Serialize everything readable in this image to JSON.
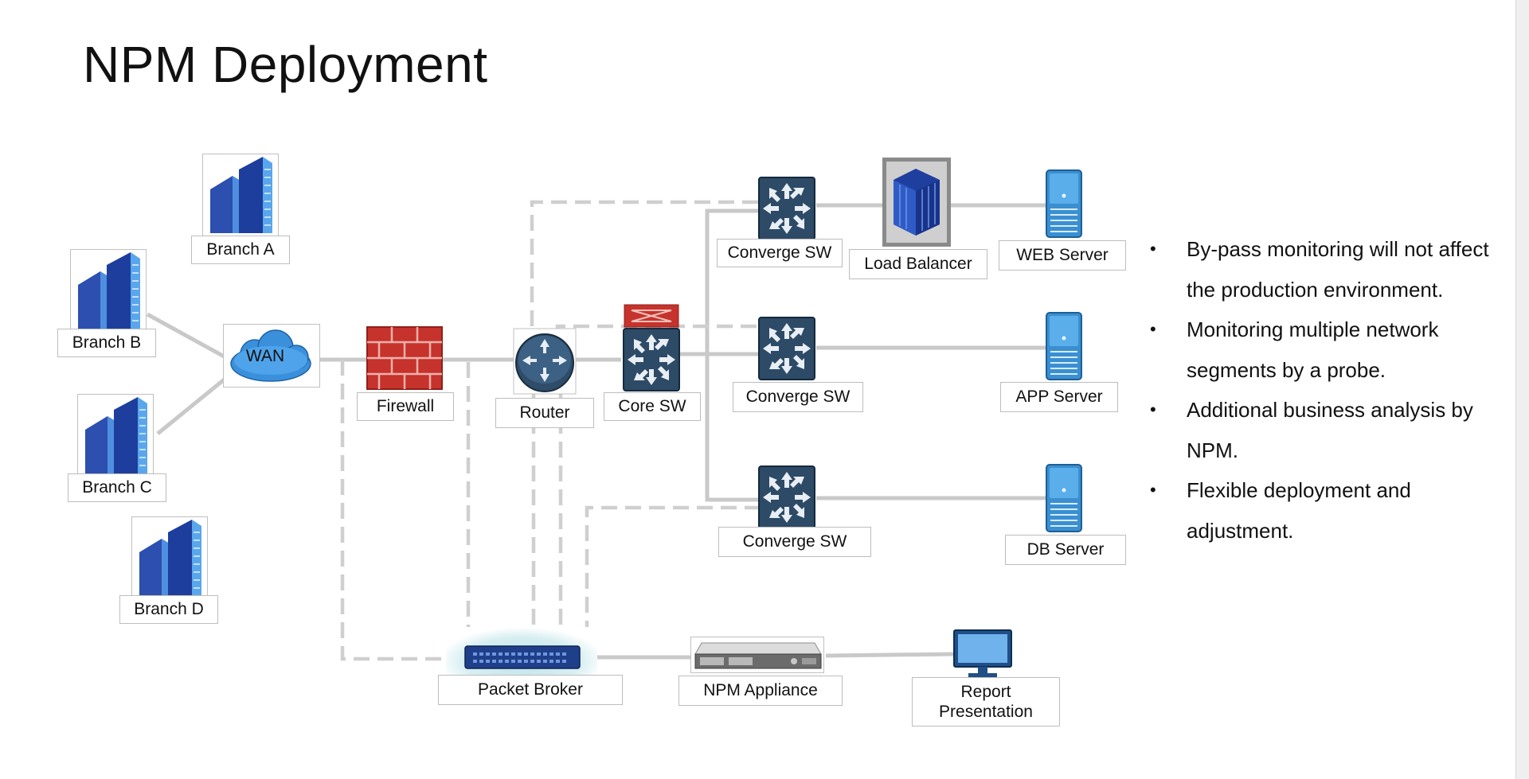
{
  "title": "NPM Deployment",
  "nodes": {
    "branch_a": "Branch A",
    "branch_b": "Branch B",
    "branch_c": "Branch C",
    "branch_d": "Branch D",
    "wan": "WAN",
    "firewall": "Firewall",
    "router": "Router",
    "core_sw": "Core SW",
    "converge_sw_1": "Converge SW",
    "converge_sw_2": "Converge SW",
    "converge_sw_3": "Converge SW",
    "load_balancer": "Load Balancer",
    "web_server": "WEB Server",
    "app_server": "APP Server",
    "db_server": "DB Server",
    "packet_broker": "Packet Broker",
    "npm_appliance": "NPM Appliance",
    "report_line1": "Report",
    "report_line2": "Presentation"
  },
  "bullets": [
    "By-pass monitoring will not affect the production environment.",
    "Monitoring multiple network segments by a probe.",
    "Additional business analysis by NPM.",
    "Flexible deployment and adjustment."
  ],
  "colors": {
    "solid_link": "#c9c9c9",
    "mirror_link": "#cfcfcf",
    "firewall": "#c6332c",
    "switch": "#2d4a66",
    "server": "#3a8fd1",
    "building": "#1f47a6"
  }
}
